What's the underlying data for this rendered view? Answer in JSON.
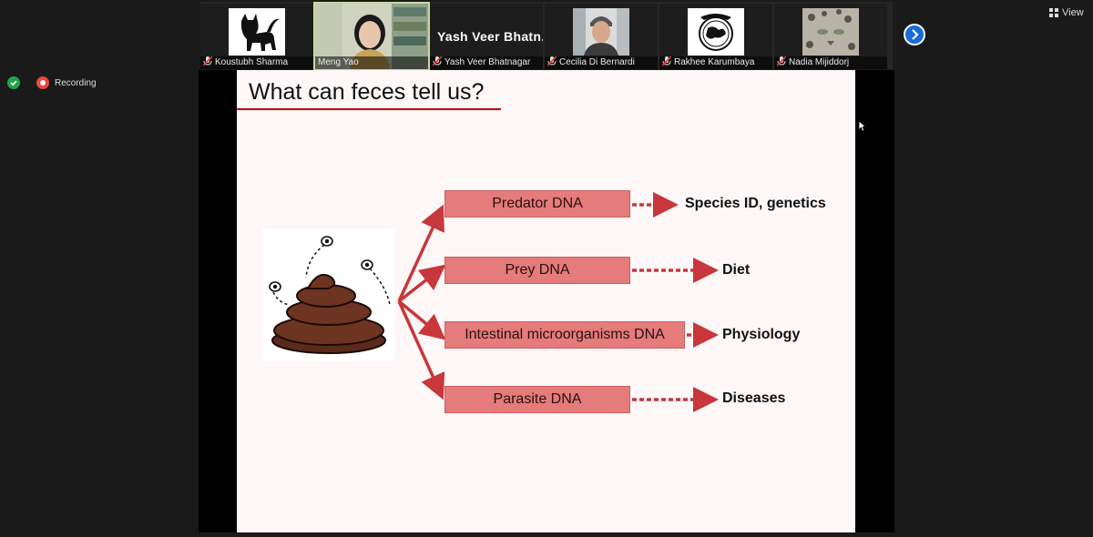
{
  "participants": [
    {
      "name": "Koustubh Sharma",
      "muted": true,
      "thumb": "cat-silhouette-icon"
    },
    {
      "name": "Meng Yao",
      "muted": false,
      "thumb": "video-person",
      "active": true
    },
    {
      "name": "Yash Veer Bhatnagar",
      "muted": true,
      "display": "Yash Veer Bhatn..."
    },
    {
      "name": "Cecilia Di Bernardi",
      "muted": true,
      "thumb": "photo-person"
    },
    {
      "name": "Rakhee Karumbaya",
      "muted": true,
      "thumb": "globe-logo-icon"
    },
    {
      "name": "Nadia Mijiddorj",
      "muted": true,
      "thumb": "snow-leopard-photo"
    }
  ],
  "toolbar": {
    "view_label": "View",
    "next_icon": "chevron-right-icon"
  },
  "status": {
    "recording_label": "Recording",
    "security": "shield-check-icon"
  },
  "slide": {
    "title": "What can feces tell us?",
    "image": "poop-with-flies-illustration",
    "items": [
      {
        "label": "Predator DNA",
        "result": "Species ID, genetics"
      },
      {
        "label": "Prey DNA",
        "result": "Diet"
      },
      {
        "label": "Intestinal microorganisms DNA",
        "result": "Physiology"
      },
      {
        "label": "Parasite DNA",
        "result": "Diseases"
      }
    ],
    "accent": "#c8373b",
    "box_color": "#e57b7b"
  }
}
